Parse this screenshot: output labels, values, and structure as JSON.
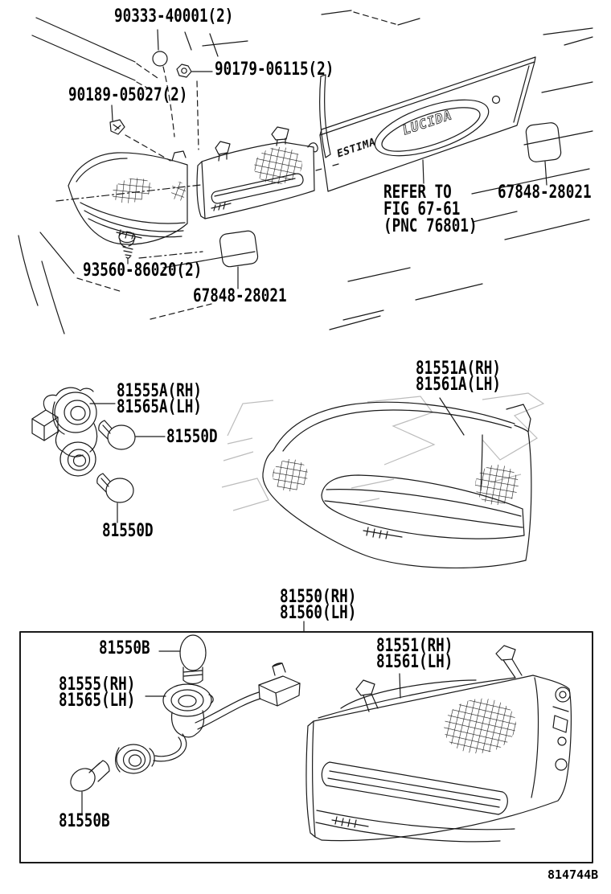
{
  "figure": {
    "code": "814744B",
    "background": "#ffffff",
    "line_color": "#1a1a1a",
    "watermark_color": "#bcbcbc"
  },
  "emblems": {
    "left": "ESTIMA",
    "right": "LUCIDA"
  },
  "note": {
    "lines": [
      "REFER TO",
      "FIG 67-61",
      "(PNC 76801)"
    ]
  },
  "labels": [
    {
      "id": "90333",
      "lines": [
        "90333-40001(2)"
      ]
    },
    {
      "id": "90179",
      "lines": [
        "90179-06115(2)"
      ]
    },
    {
      "id": "90189",
      "lines": [
        "90189-05027(2)"
      ]
    },
    {
      "id": "93560",
      "lines": [
        "93560-86020(2)"
      ]
    },
    {
      "id": "67848-lower",
      "lines": [
        "67848-28021"
      ]
    },
    {
      "id": "67848-right",
      "lines": [
        "67848-28021"
      ]
    },
    {
      "id": "81555A-81565A",
      "lines": [
        "81555A(RH)",
        "81565A(LH)"
      ]
    },
    {
      "id": "81550D-upper",
      "lines": [
        "81550D"
      ]
    },
    {
      "id": "81550D-lower",
      "lines": [
        "81550D"
      ]
    },
    {
      "id": "81551A-81561A",
      "lines": [
        "81551A(RH)",
        "81561A(LH)"
      ]
    },
    {
      "id": "81550-81560",
      "lines": [
        "81550(RH)",
        "81560(LH)"
      ]
    },
    {
      "id": "81550B-upper",
      "lines": [
        "81550B"
      ]
    },
    {
      "id": "81555-81565",
      "lines": [
        "81555(RH)",
        "81565(LH)"
      ]
    },
    {
      "id": "81551-81561",
      "lines": [
        "81551(RH)",
        "81561(LH)"
      ]
    },
    {
      "id": "81550B-lower",
      "lines": [
        "81550B"
      ]
    }
  ]
}
